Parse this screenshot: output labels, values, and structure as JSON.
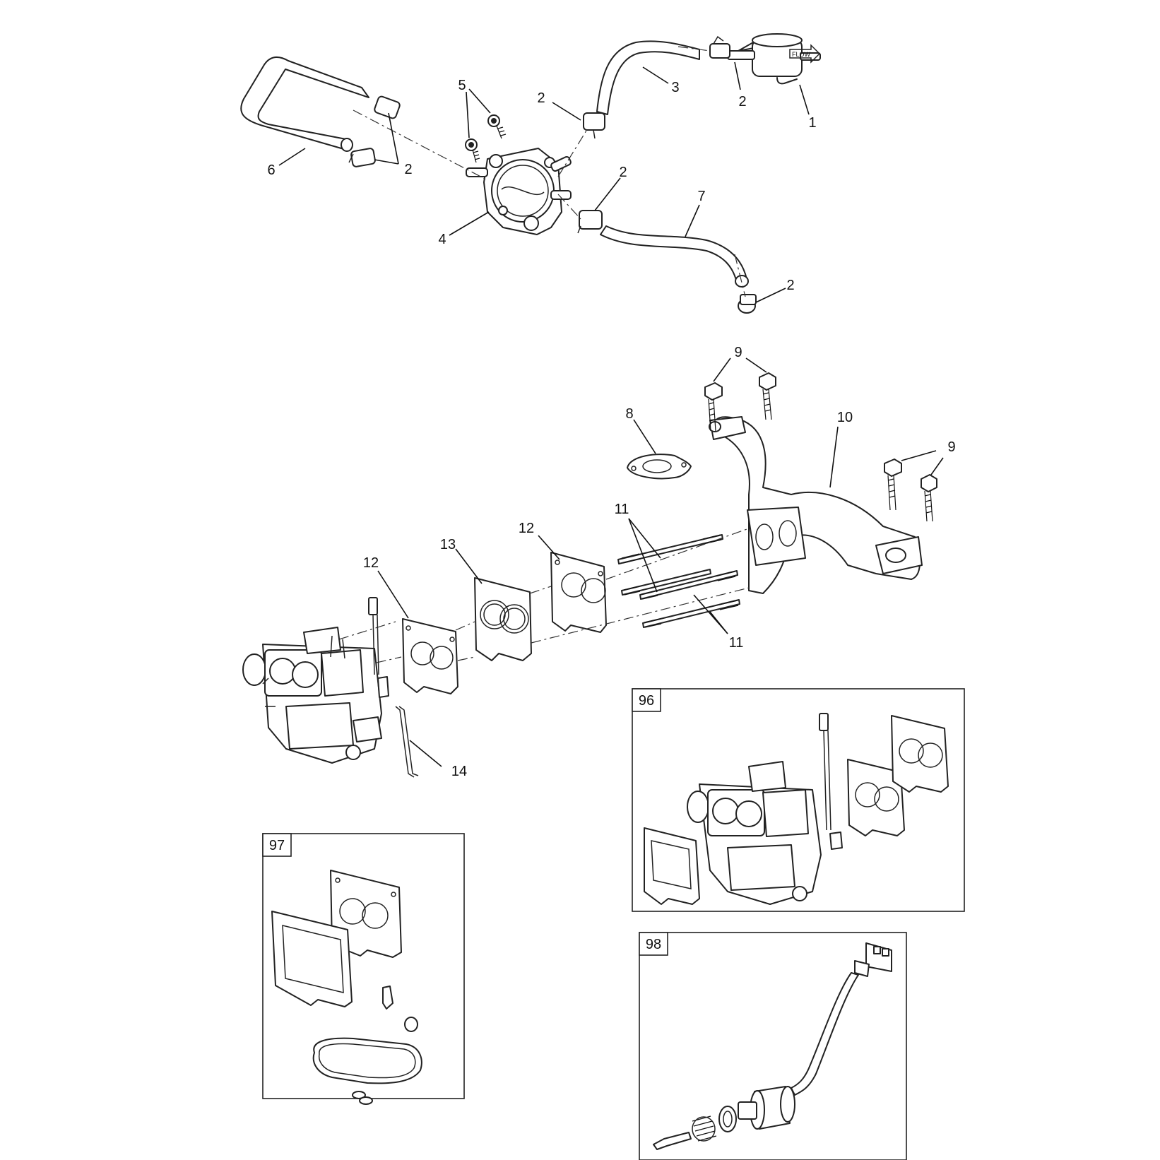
{
  "diagram": {
    "callouts": {
      "c1": "1",
      "c2": "2",
      "c3": "3",
      "c4": "4",
      "c5": "5",
      "c6": "6",
      "c7": "7",
      "c8": "8",
      "c9": "9",
      "c10": "10",
      "c11": "11",
      "c12": "12",
      "c13": "13",
      "c14": "14"
    },
    "filter_marking": "FLOW",
    "insets": {
      "kit_96": "96",
      "kit_97": "97",
      "kit_98": "98"
    }
  }
}
